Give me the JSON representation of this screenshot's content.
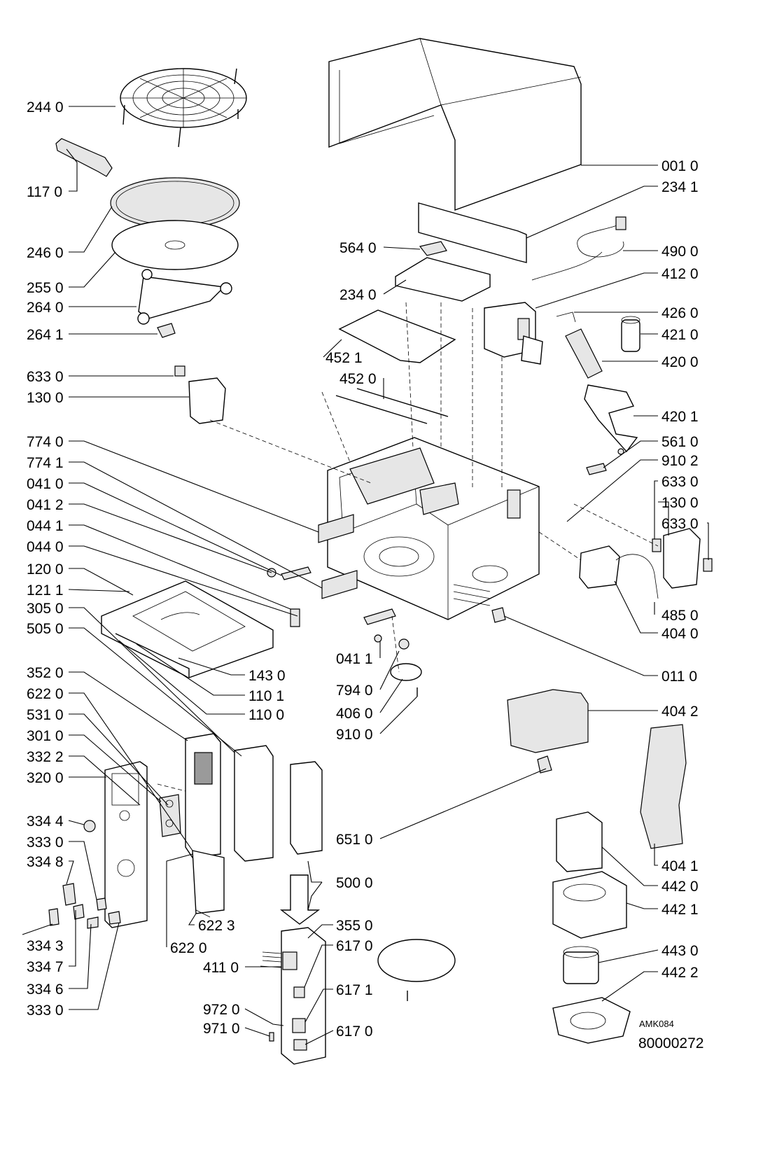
{
  "drawing_code": "AMK084",
  "drawing_number": "80000272",
  "parts": [
    {
      "label": "244 0"
    },
    {
      "label": "117 0"
    },
    {
      "label": "246 0"
    },
    {
      "label": "255 0"
    },
    {
      "label": "264 0"
    },
    {
      "label": "264 1"
    },
    {
      "label": "633 0"
    },
    {
      "label": "130 0"
    },
    {
      "label": "774 0"
    },
    {
      "label": "774 1"
    },
    {
      "label": "041 0"
    },
    {
      "label": "041 2"
    },
    {
      "label": "044 1"
    },
    {
      "label": "044 0"
    },
    {
      "label": "120 0"
    },
    {
      "label": "121 1"
    },
    {
      "label": "305 0"
    },
    {
      "label": "505 0"
    },
    {
      "label": "352 0"
    },
    {
      "label": "622  0"
    },
    {
      "label": "531 0"
    },
    {
      "label": "301 0"
    },
    {
      "label": "332 2"
    },
    {
      "label": "320 0"
    },
    {
      "label": "334 4"
    },
    {
      "label": "333 0"
    },
    {
      "label": "334 8"
    },
    {
      "label": "334 3"
    },
    {
      "label": "334 7"
    },
    {
      "label": "334 6"
    },
    {
      "label": "333 0"
    },
    {
      "label": "001 0"
    },
    {
      "label": "234 1"
    },
    {
      "label": "564 0"
    },
    {
      "label": "490 0"
    },
    {
      "label": "412 0"
    },
    {
      "label": "234 0"
    },
    {
      "label": "426 0"
    },
    {
      "label": "421 0"
    },
    {
      "label": "452 1"
    },
    {
      "label": "420 0"
    },
    {
      "label": "452 0"
    },
    {
      "label": "420 1"
    },
    {
      "label": "561 0"
    },
    {
      "label": "910 2"
    },
    {
      "label": "633 0"
    },
    {
      "label": "130 0"
    },
    {
      "label": "633 0"
    },
    {
      "label": "485 0"
    },
    {
      "label": "404 0"
    },
    {
      "label": "143 0"
    },
    {
      "label": "110 1"
    },
    {
      "label": "110 0"
    },
    {
      "label": "041 1"
    },
    {
      "label": "794 0"
    },
    {
      "label": "406 0"
    },
    {
      "label": "910 0"
    },
    {
      "label": "011 0"
    },
    {
      "label": "404 2"
    },
    {
      "label": "651 0"
    },
    {
      "label": "404 1"
    },
    {
      "label": "500 0"
    },
    {
      "label": "442 0"
    },
    {
      "label": "442 1"
    },
    {
      "label": "622 3"
    },
    {
      "label": "622 0"
    },
    {
      "label": "355 0"
    },
    {
      "label": "617 0"
    },
    {
      "label": "411 0"
    },
    {
      "label": "617 1"
    },
    {
      "label": "443 0"
    },
    {
      "label": "442 2"
    },
    {
      "label": "972 0"
    },
    {
      "label": "971 0"
    },
    {
      "label": "617 0"
    }
  ]
}
